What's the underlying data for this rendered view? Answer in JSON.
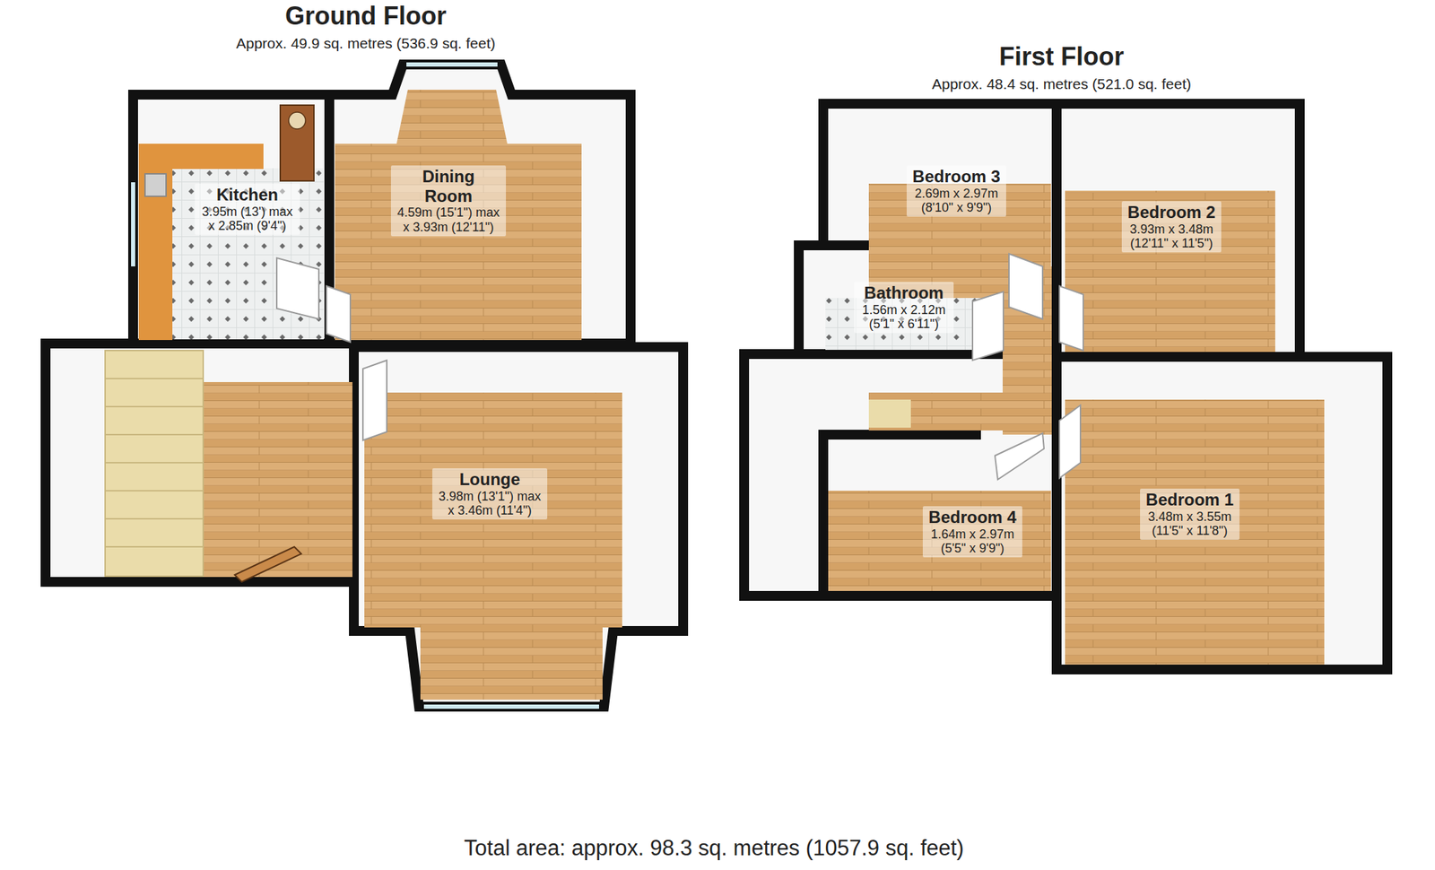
{
  "diagram": {
    "caption": "Total area: approx. 98.3 sq. metres (1057.9 sq. feet)",
    "nodes": [
      {
        "text": [
          "Ground Floor",
          "Approx. 49.9 sq. metres (536.9 sq. feet)"
        ]
      },
      {
        "text": [
          "Kitchen",
          "3.95m (13') max x 2.85m (9'4\")"
        ],
        "in": 0
      },
      {
        "text": [
          "Dining Room",
          "4.59m (15'1\") max x 3.93m (12'11\")"
        ],
        "in": 0
      },
      {
        "text": [
          "Lounge",
          "3.98m (13'1\") max x 3.46m (11'4\")"
        ],
        "in": 0
      },
      {
        "text": [
          "First Floor",
          "Approx. 48.4 sq. metres (521.0 sq. feet)"
        ]
      },
      {
        "text": [
          "Bedroom 3",
          "2.69m x 2.97m (8'10\" x 9'9\")"
        ],
        "in": 4
      },
      {
        "text": [
          "Bedroom 2",
          "3.93m x 3.48m (12'11\" x 11'5\")"
        ],
        "in": 4
      },
      {
        "text": [
          "Bathroom",
          "1.56m x 2.12m (5'1\" x 6'11\")"
        ],
        "in": 4
      },
      {
        "text": [
          "Bedroom 4",
          "1.64m x 2.97m (5'5\" x 9'9\")"
        ],
        "in": 4
      },
      {
        "text": [
          "Bedroom 1",
          "3.48m x 3.55m (11'5\" x 11'8\")"
        ],
        "in": 4
      }
    ]
  }
}
